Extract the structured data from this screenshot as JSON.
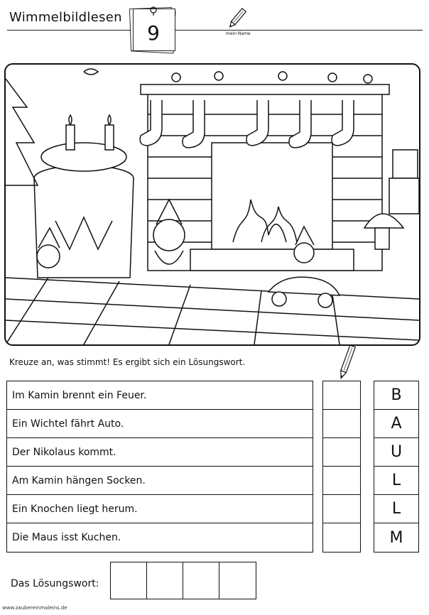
{
  "header": {
    "title": "Wimmelbildlesen",
    "page_number": "9",
    "name_label": "mein Name"
  },
  "picture": {
    "alt": "Wimmelbild",
    "icon": "christmas-scene-illustration"
  },
  "instruction": "Kreuze an, was stimmt! Es ergibt sich ein Lösungswort.",
  "statements": [
    {
      "text": "Im Kamin brennt ein Feuer.",
      "letter": "B"
    },
    {
      "text": "Ein Wichtel fährt Auto.",
      "letter": "A"
    },
    {
      "text": "Der Nikolaus kommt.",
      "letter": "U"
    },
    {
      "text": "Am Kamin hängen Socken.",
      "letter": "L"
    },
    {
      "text": "Ein Knochen liegt herum.",
      "letter": "L"
    },
    {
      "text": "Die Maus isst Kuchen.",
      "letter": "M"
    }
  ],
  "solution": {
    "label": "Das Lösungswort:",
    "box_count": 4
  },
  "footer": "www.zaubereinmaleins.de",
  "colors": {
    "ink": "#111111",
    "paper": "#ffffff"
  }
}
